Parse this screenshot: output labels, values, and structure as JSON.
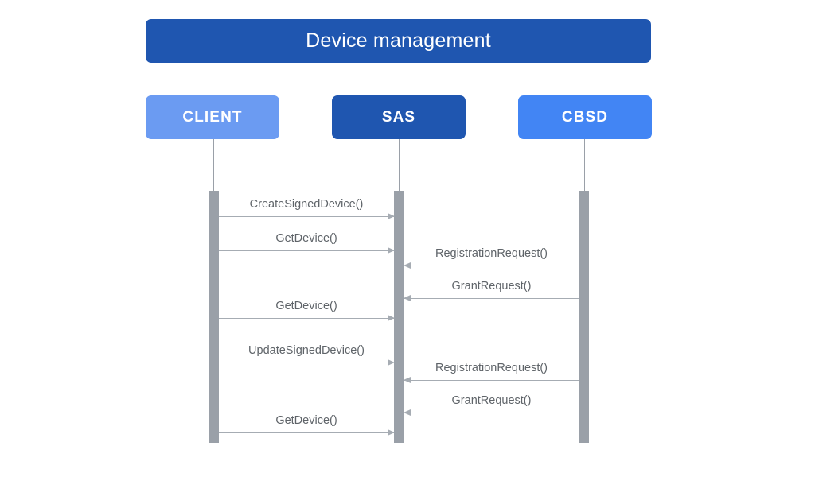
{
  "diagram": {
    "title": "Device management",
    "type": "sequence-diagram",
    "colors": {
      "title_bar": "#1f56b0",
      "client_box": "#6b9bf2",
      "sas_box": "#1f56b0",
      "cbsd_box": "#4285f4",
      "lifeline": "#9aa0a8",
      "activation": "#9aa0a8",
      "message_line": "#a6acb3",
      "message_label": "#5f6469",
      "background": "#ffffff"
    },
    "actors": [
      {
        "id": "client",
        "label": "CLIENT"
      },
      {
        "id": "sas",
        "label": "SAS"
      },
      {
        "id": "cbsd",
        "label": "CBSD"
      }
    ],
    "messages": [
      {
        "index": 1,
        "label": "CreateSignedDevice()",
        "from": "client",
        "to": "sas",
        "direction": "right"
      },
      {
        "index": 2,
        "label": "GetDevice()",
        "from": "client",
        "to": "sas",
        "direction": "right"
      },
      {
        "index": 3,
        "label": "RegistrationRequest()",
        "from": "cbsd",
        "to": "sas",
        "direction": "left"
      },
      {
        "index": 4,
        "label": "GrantRequest()",
        "from": "cbsd",
        "to": "sas",
        "direction": "left"
      },
      {
        "index": 5,
        "label": "GetDevice()",
        "from": "client",
        "to": "sas",
        "direction": "right"
      },
      {
        "index": 6,
        "label": "UpdateSignedDevice()",
        "from": "client",
        "to": "sas",
        "direction": "right"
      },
      {
        "index": 7,
        "label": "RegistrationRequest()",
        "from": "cbsd",
        "to": "sas",
        "direction": "left"
      },
      {
        "index": 8,
        "label": "GrantRequest()",
        "from": "cbsd",
        "to": "sas",
        "direction": "left"
      },
      {
        "index": 9,
        "label": "GetDevice()",
        "from": "client",
        "to": "sas",
        "direction": "right"
      }
    ]
  }
}
